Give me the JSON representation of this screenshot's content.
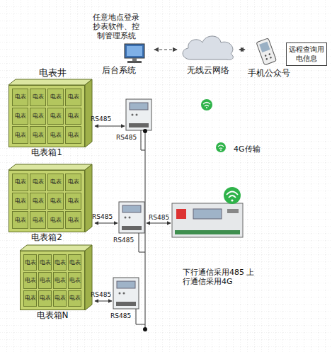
{
  "diagram": {
    "nodes": [
      {
        "text": [
          "任意地点登录抄表软件、控制管理系统",
          "后台系统"
        ]
      },
      {
        "text": [
          "无线云网络"
        ]
      },
      {
        "text": [
          "手机公众号"
        ]
      },
      {
        "text": [
          "远程查询用电信息"
        ]
      },
      {
        "text": [
          "电表箱1"
        ]
      },
      {
        "text": [
          "电表"
        ],
        "in": 4
      },
      {
        "text": [
          "电表"
        ],
        "in": 4
      },
      {
        "text": [
          "电表"
        ],
        "in": 4
      },
      {
        "text": [
          "电表"
        ],
        "in": 4
      },
      {
        "text": [
          "电表"
        ],
        "in": 4
      },
      {
        "text": [
          "电表"
        ],
        "in": 4
      },
      {
        "text": [
          "电表"
        ],
        "in": 4
      },
      {
        "text": [
          "电表"
        ],
        "in": 4
      },
      {
        "text": [
          "电表"
        ],
        "in": 4
      },
      {
        "text": [
          "电表"
        ],
        "in": 4
      },
      {
        "text": [
          "电表"
        ],
        "in": 4
      },
      {
        "text": [
          "电表"
        ],
        "in": 4
      },
      {
        "text": [
          "电表箱2"
        ]
      },
      {
        "text": [
          "电表"
        ],
        "in": 17
      },
      {
        "text": [
          "电表"
        ],
        "in": 17
      },
      {
        "text": [
          "电表"
        ],
        "in": 17
      },
      {
        "text": [
          "电表"
        ],
        "in": 17
      },
      {
        "text": [
          "电表"
        ],
        "in": 17
      },
      {
        "text": [
          "电表"
        ],
        "in": 17
      },
      {
        "text": [
          "电表"
        ],
        "in": 17
      },
      {
        "text": [
          "电表"
        ],
        "in": 17
      },
      {
        "text": [
          "电表"
        ],
        "in": 17
      },
      {
        "text": [
          "电表"
        ],
        "in": 17
      },
      {
        "text": [
          "电表"
        ],
        "in": 17
      },
      {
        "text": [
          "电表"
        ],
        "in": 17
      },
      {
        "text": [
          "电表箱N"
        ]
      },
      {
        "text": [
          "电表"
        ],
        "in": 30
      },
      {
        "text": [
          "电表"
        ],
        "in": 30
      },
      {
        "text": [
          "电表"
        ],
        "in": 30
      },
      {
        "text": [
          "电表"
        ],
        "in": 30
      },
      {
        "text": [
          "电表"
        ],
        "in": 30
      },
      {
        "text": [
          "电表"
        ],
        "in": 30
      },
      {
        "text": [
          "电表"
        ],
        "in": 30
      },
      {
        "text": [
          "电表"
        ],
        "in": 30
      },
      {
        "text": [
          "电表"
        ],
        "in": 30
      },
      {
        "text": [
          "电表"
        ],
        "in": 30
      },
      {
        "text": [
          "电表"
        ],
        "in": 30
      },
      {
        "text": [
          "电表"
        ],
        "in": 30
      }
    ],
    "edges": [
      {
        "from": 0,
        "to": 1,
        "arrow": "both"
      },
      {
        "from": 1,
        "to": 2,
        "arrow": "both"
      }
    ],
    "labels": [
      "电表井",
      "RS485",
      "RS485",
      "RS485",
      "RS485",
      "RS485",
      "RS485",
      "RS485",
      "4G传输",
      "下行通信采用485 上行通信采用4G"
    ]
  }
}
